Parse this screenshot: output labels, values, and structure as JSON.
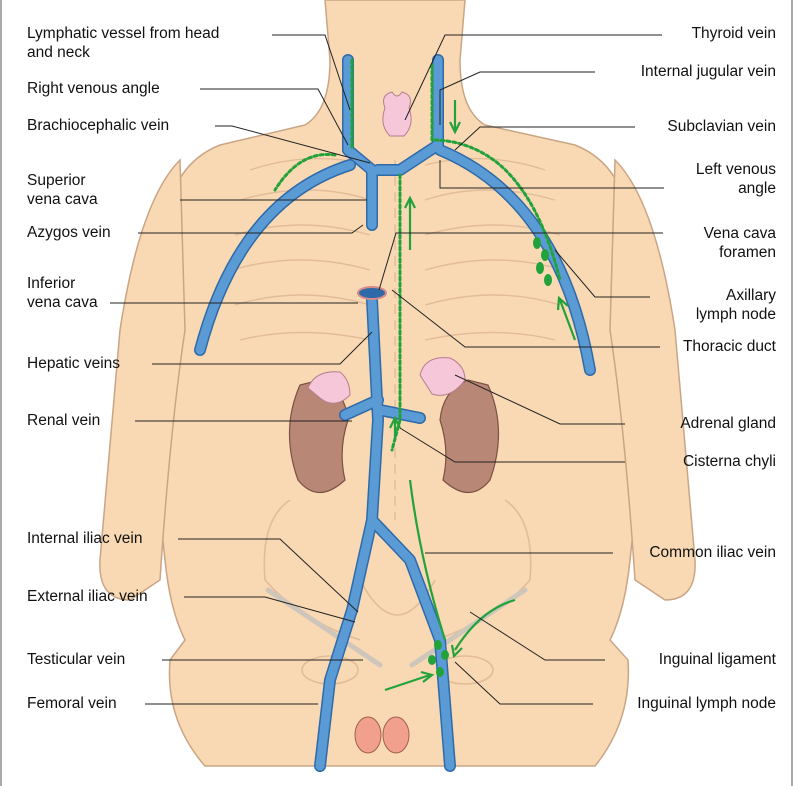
{
  "labels": {
    "lymphatic_vessel": "Lymphatic vessel from head\nand neck",
    "right_venous_angle": "Right venous angle",
    "brachiocephalic_vein": "Brachiocephalic vein",
    "superior_vena_cava": "Superior\nvena cava",
    "azygos_vein": "Azygos vein",
    "inferior_vena_cava": "Inferior\nvena cava",
    "hepatic_veins": "Hepatic veins",
    "renal_vein": "Renal vein",
    "internal_iliac_vein": "Internal iliac vein",
    "external_iliac_vein": "External iliac vein",
    "testicular_vein": "Testicular vein",
    "femoral_vein": "Femoral vein",
    "thyroid_vein": "Thyroid vein",
    "internal_jugular_vein": "Internal jugular vein",
    "subclavian_vein": "Subclavian vein",
    "left_venous_angle": "Left venous\nangle",
    "vena_cava_foramen": "Vena cava\nforamen",
    "axillary_lymph_node": "Axillary\nlymph node",
    "thoracic_duct": "Thoracic duct",
    "adrenal_gland": "Adrenal gland",
    "cisterna_chyli": "Cisterna chyli",
    "common_iliac_vein": "Common iliac vein",
    "inguinal_ligament": "Inguinal ligament",
    "inguinal_lymph_node": "Inguinal lymph node"
  },
  "colors": {
    "skin": "#f9d9b3",
    "skin_outline": "#c9a585",
    "vein": "#5b9bd5",
    "vein_outline": "#2f6aa8",
    "lymph": "#22a23a",
    "kidney": "#b98775",
    "adrenal": "#f6c7d9",
    "leader": "#222222"
  }
}
